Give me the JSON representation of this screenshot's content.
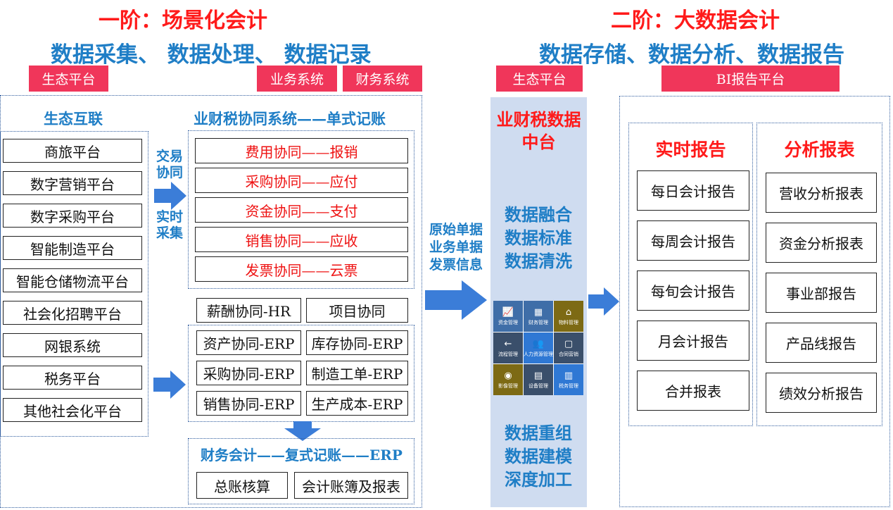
{
  "left": {
    "stage_title": "一阶：场景化会计",
    "subtitle": "数据采集、 数据处理、 数据记录",
    "tag_ecology": "生态平台",
    "tag_business": "业务系统",
    "tag_finance": "财务系统",
    "ecology_header": "生态互联",
    "ecology_items": [
      "商旅平台",
      "数字营销平台",
      "数字采购平台",
      "智能制造平台",
      "智能仓储物流平台",
      "社会化招聘平台",
      "网银系统",
      "税务平台",
      "其他社会化平台"
    ],
    "arrow_label_1": "交易协同",
    "arrow_label_2": "实时采集",
    "collab_header": "业财税协同系统——单式记账",
    "collab_items": [
      "费用协同——报销",
      "采购协同——应付",
      "资金协同——支付",
      "销售协同——应收",
      "发票协同——云票"
    ],
    "hr_item": "薪酬协同-HR",
    "project_item": "项目协同",
    "erp_items": [
      "资产协同-ERP",
      "库存协同-ERP",
      "采购协同-ERP",
      "制造工单-ERP",
      "销售协同-ERP",
      "生产成本-ERP"
    ],
    "accounting_header": "财务会计——复式记账——ERP",
    "ledger_items": [
      "总账核算",
      "会计账簿及报表"
    ],
    "source_data": "原始单据业务单据发票信息"
  },
  "middle": {
    "tag": "生态平台",
    "header": "业财税数据中台",
    "process_1": "数据融合数据标准数据清洗",
    "process_2": "数据重组数据建模深度加工",
    "tiles": [
      {
        "icon": "chart-icon",
        "glyph": "📈",
        "label": "资金管理",
        "color": "#3f6ea8"
      },
      {
        "icon": "ledger-icon",
        "glyph": "▦",
        "label": "财务管理",
        "color": "#3f6ea8"
      },
      {
        "icon": "material-icon",
        "glyph": "⌂",
        "label": "物料管理",
        "color": "#7d6a14"
      },
      {
        "icon": "flow-icon",
        "glyph": "←",
        "label": "流程管理",
        "color": "#3a4f6b"
      },
      {
        "icon": "people-icon",
        "glyph": "👥",
        "label": "人力资源管理",
        "color": "#2f78d4"
      },
      {
        "icon": "contract-icon",
        "glyph": "▢",
        "label": "合同营销",
        "color": "#3a4f6b"
      },
      {
        "icon": "camera-icon",
        "glyph": "◉",
        "label": "影像管理",
        "color": "#7d6a14"
      },
      {
        "icon": "device-icon",
        "glyph": "▤",
        "label": "设备管理",
        "color": "#3a4f6b"
      },
      {
        "icon": "tax-icon",
        "glyph": "▥",
        "label": "税务管理",
        "color": "#2f78d4"
      }
    ]
  },
  "right": {
    "stage_title": "二阶：大数据会计",
    "subtitle": "数据存储、数据分析、数据报告",
    "tag_bi": "BI报告平台",
    "realtime_header": "实时报告",
    "realtime_items": [
      "每日会计报告",
      "每周会计报告",
      "每旬会计报告",
      "月会计报告",
      "合并报表"
    ],
    "analysis_header": "分析报表",
    "analysis_items": [
      "营收分析报表",
      "资金分析报表",
      "事业部报告",
      "产品线报告",
      "绩效分析报告"
    ]
  }
}
